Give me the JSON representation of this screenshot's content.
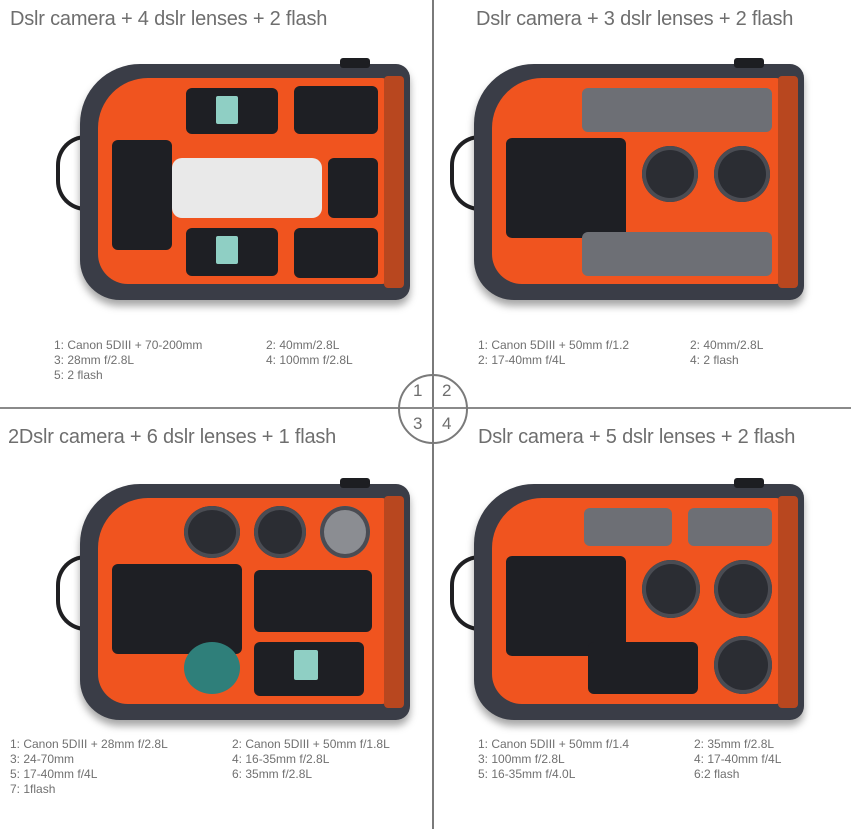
{
  "quadrant_marker": {
    "labels": [
      "1",
      "2",
      "3",
      "4"
    ]
  },
  "panels": [
    {
      "number": "1",
      "title": "Dslr camera + 4 dslr lenses + 2 flash",
      "captions": [
        [
          "1: Canon 5DIII + 70-200mm",
          "2: 40mm/2.8L"
        ],
        [
          "3: 28mm f/2.8L",
          "4: 100mm f/2.8L"
        ],
        [
          "5: 2 flash",
          ""
        ]
      ]
    },
    {
      "number": "2",
      "title": "Dslr camera + 3 dslr lenses + 2 flash",
      "captions": [
        [
          "1: Canon 5DIII + 50mm f/1.2",
          "2: 40mm/2.8L"
        ],
        [
          "2: 17-40mm f/4L",
          "4: 2 flash"
        ]
      ]
    },
    {
      "number": "3",
      "title": "2Dslr camera + 6 dslr lenses + 1 flash",
      "captions": [
        [
          "1: Canon 5DIII + 28mm f/2.8L",
          "2: Canon 5DIII + 50mm f/1.8L"
        ],
        [
          "3: 24-70mm",
          "4: 16-35mm f/2.8L"
        ],
        [
          "5: 17-40mm f/4L",
          "6: 35mm f/2.8L"
        ],
        [
          "7: 1flash",
          ""
        ]
      ]
    },
    {
      "number": "4",
      "title": "Dslr camera + 5 dslr lenses + 2 flash",
      "captions": [
        [
          "1: Canon 5DIII + 50mm f/1.4",
          "2: 35mm f/2.8L"
        ],
        [
          "3: 100mm f/2.8L",
          "4: 17-40mm f/4L"
        ],
        [
          "5: 16-35mm f/4.0L",
          "6:2 flash"
        ]
      ]
    }
  ],
  "colors": {
    "padding_orange": "#f0541f",
    "bag_shell": "#3a3d47",
    "divider": "#7a7a7a",
    "text": "#6e6e6e"
  }
}
